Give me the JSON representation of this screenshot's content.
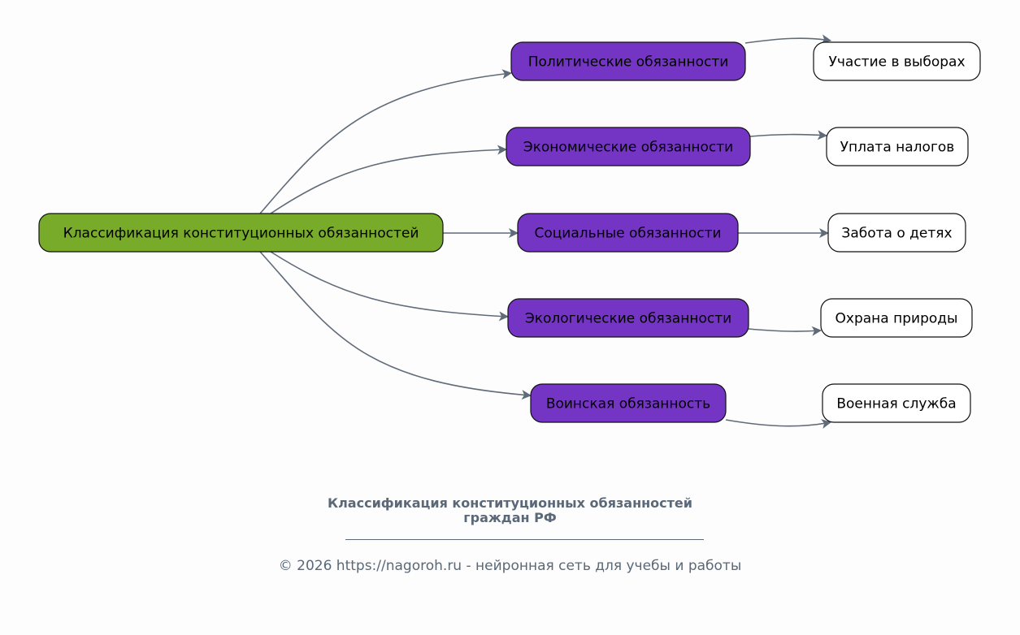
{
  "colors": {
    "root_fill": "#79ab2b",
    "category_fill": "#7535c4",
    "leaf_fill": "#ffffff",
    "edge": "#5f6b78",
    "footer_text": "#5a6878"
  },
  "diagram": {
    "root": {
      "label": "Классификация конституционных обязанностей"
    },
    "categories": [
      {
        "label": "Политические обязанности",
        "leaf": "Участие в выборах"
      },
      {
        "label": "Экономические обязанности",
        "leaf": "Уплата налогов"
      },
      {
        "label": "Социальные обязанности",
        "leaf": "Забота о детях"
      },
      {
        "label": "Экологические обязанности",
        "leaf": "Охрана природы"
      },
      {
        "label": "Воинская обязанность",
        "leaf": "Военная служба"
      }
    ]
  },
  "footer": {
    "caption_line1": "Классификация конституционных обязанностей",
    "caption_line2": "граждан РФ",
    "copyright": "© 2026 https://nagoroh.ru - нейронная сеть для учебы и работы"
  }
}
